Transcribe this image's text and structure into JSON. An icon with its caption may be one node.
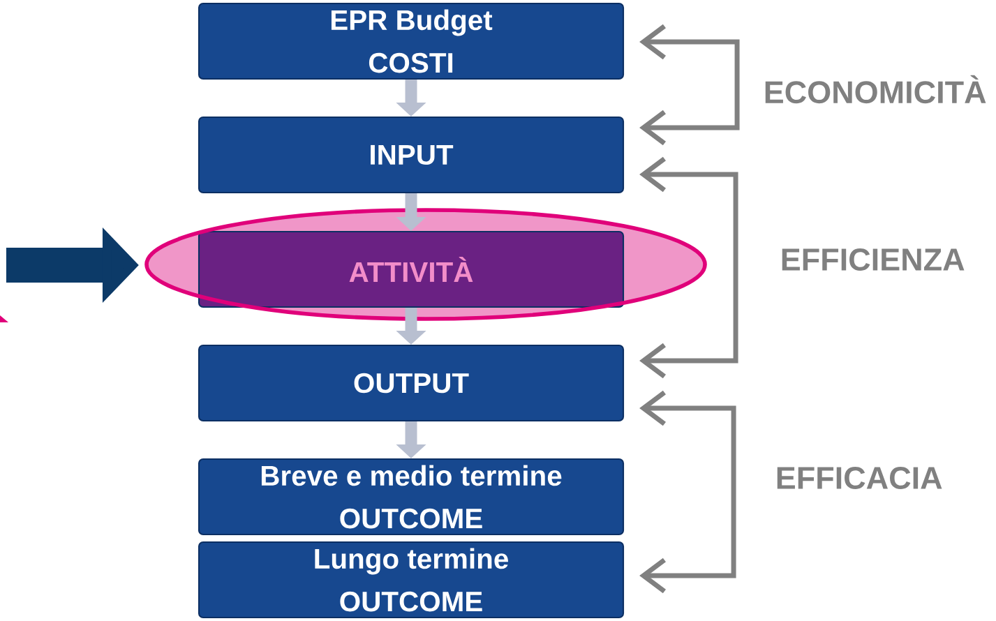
{
  "diagram": {
    "nodes": [
      {
        "text": [
          "EPR Budget",
          "COSTI"
        ]
      },
      {
        "text": [
          "INPUT"
        ]
      },
      {
        "text": [
          "ATTIVITÀ"
        ]
      },
      {
        "text": [
          "OUTPUT"
        ]
      },
      {
        "text": [
          "Breve e medio termine",
          "OUTCOME"
        ]
      },
      {
        "text": [
          "Lungo termine",
          "OUTCOME"
        ]
      }
    ],
    "edges": [
      {
        "from": 0,
        "to": 1,
        "arrow": "to"
      },
      {
        "from": 1,
        "to": 2,
        "arrow": "to"
      },
      {
        "from": 2,
        "to": 3,
        "arrow": "to"
      },
      {
        "from": 3,
        "to": 4,
        "arrow": "to"
      },
      {
        "from": 0,
        "to": 1,
        "arrow": "both",
        "label": "ECONOMICITÀ",
        "color": "#808080"
      },
      {
        "from": 1,
        "to": 3,
        "arrow": "both",
        "label": "EFFICIENZA",
        "color": "#808080"
      },
      {
        "from": 3,
        "to": 5,
        "arrow": "both",
        "label": "EFFICACIA",
        "color": "#808080"
      },
      {
        "from": null,
        "to": 2,
        "arrow": "to",
        "style": "thick",
        "color": "#0c3a68"
      }
    ]
  }
}
